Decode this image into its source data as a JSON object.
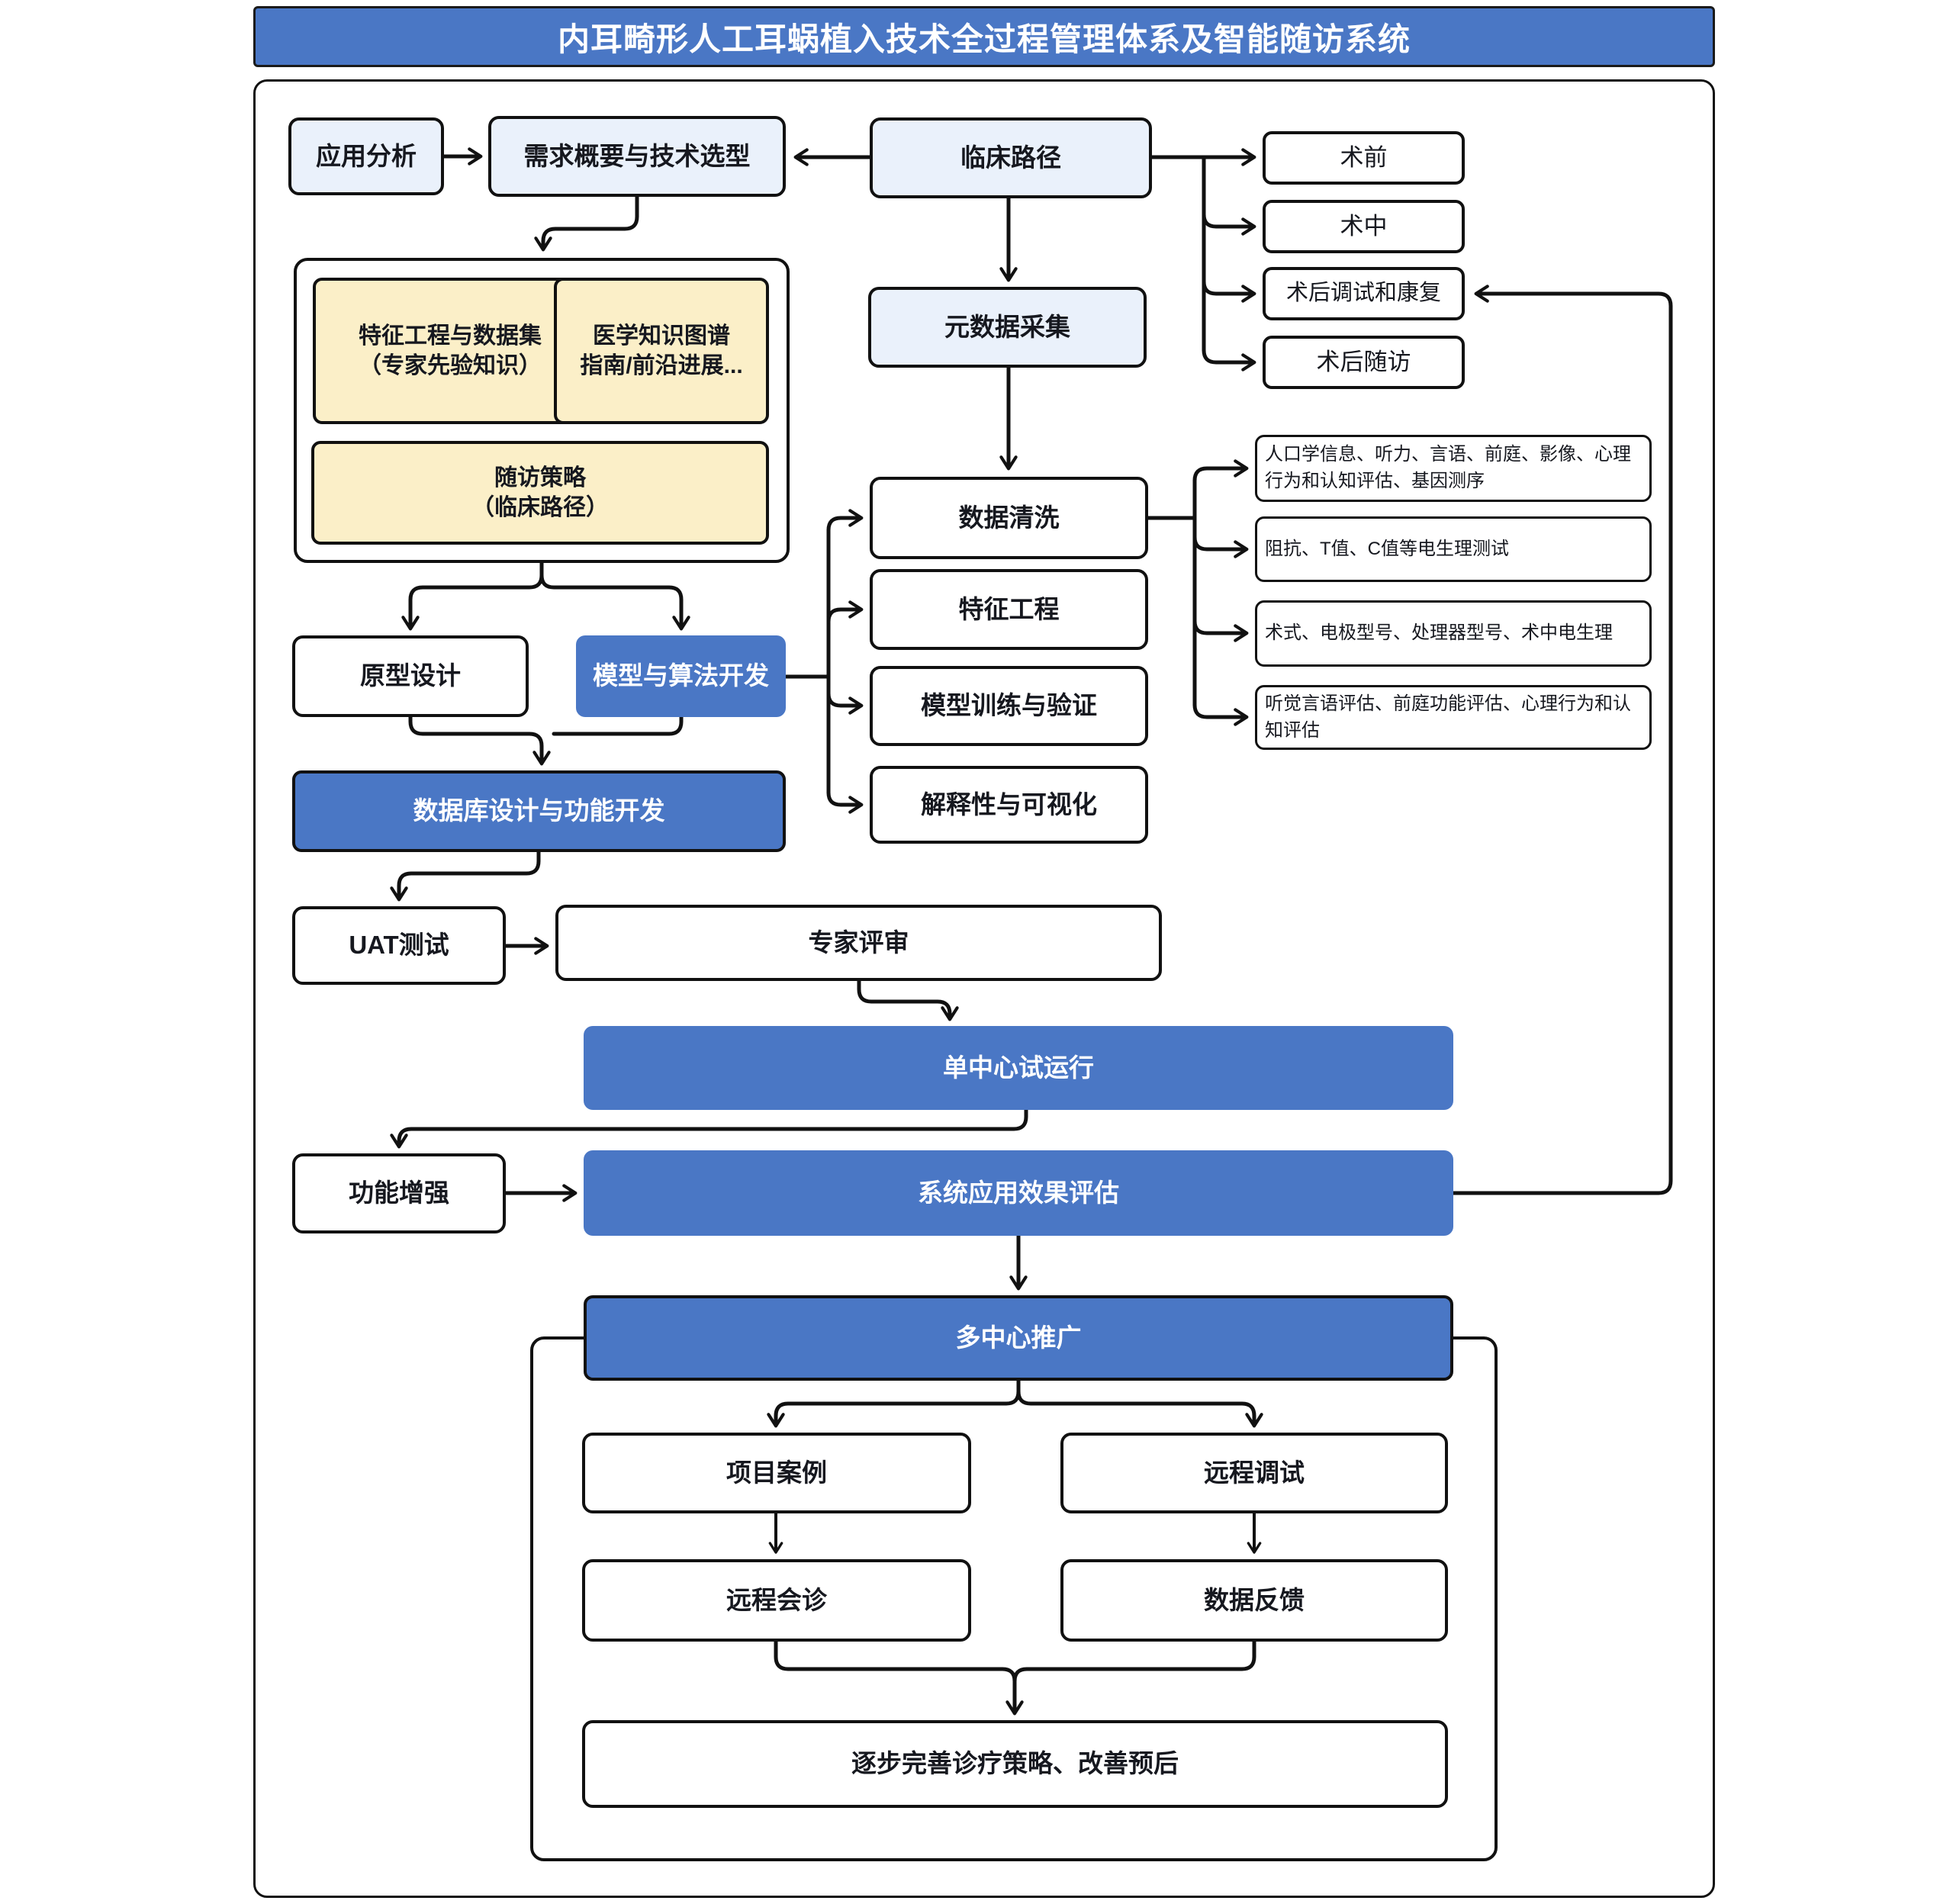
{
  "title": "内耳畸形人工耳蜗植入技术全过程管理体系及智能随访系统",
  "colors": {
    "accent_blue": "#4A77C5",
    "light_blue_fill": "#EAF1FB",
    "pale_yellow_fill": "#FBEFC8",
    "line": "#111111",
    "text_dark": "#16181f",
    "text_light": "#ffffff"
  },
  "nodes": {
    "app_analysis": {
      "label": "应用分析"
    },
    "requirements": {
      "label": "需求概要与技术选型"
    },
    "clinical_pathway": {
      "label": "临床路径"
    },
    "pre_op": {
      "label": "术前"
    },
    "intra_op": {
      "label": "术中"
    },
    "post_op_tuning": {
      "label": "术后调试和康复"
    },
    "post_op_followup": {
      "label": "术后随访"
    },
    "feature_dataset": {
      "label": "特征工程与数据集\n（专家先验知识）"
    },
    "medical_kg": {
      "label": "医学知识图谱\n指南/前沿进展..."
    },
    "followup_strategy": {
      "label": "随访策略\n（临床路径）"
    },
    "metadata_collection": {
      "label": "元数据采集"
    },
    "data_cleaning": {
      "label": "数据清洗"
    },
    "feature_engineering": {
      "label": "特征工程"
    },
    "model_training": {
      "label": "模型训练与验证"
    },
    "explainability": {
      "label": "解释性与可视化"
    },
    "detail_demographics": {
      "label": "人口学信息、听力、言语、前庭、影像、心理\n行为和认知评估、基因测序"
    },
    "detail_ephys": {
      "label": "阻抗、T值、C值等电生理测试"
    },
    "detail_surgery": {
      "label": "术式、电极型号、处理器型号、术中电生理"
    },
    "detail_assessment": {
      "label": "听觉言语评估、前庭功能评估、心理行为和认\n知评估"
    },
    "prototype_design": {
      "label": "原型设计"
    },
    "model_algo_dev": {
      "label": "模型与算法开发"
    },
    "database_dev": {
      "label": "数据库设计与功能开发"
    },
    "uat_test": {
      "label": "UAT测试"
    },
    "expert_review": {
      "label": "专家评审"
    },
    "single_center_trial": {
      "label": "单中心试运行"
    },
    "enhancement": {
      "label": "功能增强"
    },
    "system_evaluation": {
      "label": "系统应用效果评估"
    },
    "multi_center_rollout": {
      "label": "多中心推广"
    },
    "project_cases": {
      "label": "项目案例"
    },
    "remote_tuning": {
      "label": "远程调试"
    },
    "remote_consultation": {
      "label": "远程会诊"
    },
    "data_feedback": {
      "label": "数据反馈"
    },
    "improve_strategy": {
      "label": "逐步完善诊疗策略、改善预后"
    }
  }
}
